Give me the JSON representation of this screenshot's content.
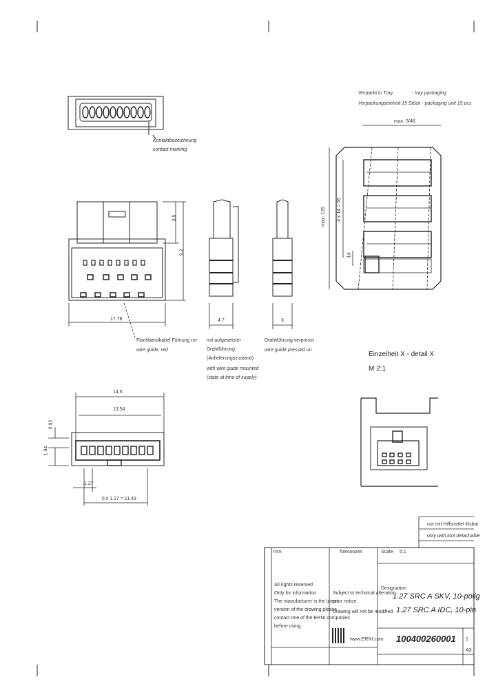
{
  "packaging": {
    "line1": "Verpackt in Tray",
    "line1_en": "- tray packaging",
    "line2": "Verpackungseinheit 15 Stück - packaging unit 15 pcs",
    "tray_width": "max. 3/46",
    "tray_height": "max. 126",
    "tray_pitch": "4 x 14 = 56",
    "tray_offset": "14"
  },
  "contact_marking": {
    "de": "Kontaktbezeichnung",
    "en": "contact marking"
  },
  "dims": {
    "height_top": "3.5",
    "height_total": "9.2",
    "width_front": "17.78",
    "side_width": "4.7",
    "side_width2": "3",
    "bottom_total": "14.5",
    "bottom_inner": "13.54",
    "offset_092": "0.92",
    "offset_194": "1.94",
    "pitch": "1.27",
    "pitch_total": "5 x 1.27 = 11.43"
  },
  "notes": {
    "flat_cable_de": "Flachbandkabel Führung rot",
    "flat_cable_en": "wire guide, red",
    "strain_de1": "mit aufgesetzter",
    "strain_de2": "Drahtführung",
    "strain_de3": "(Anlieferungszustand)",
    "strain_en1": "with wire guide mounted",
    "strain_en2": "(state at time of supply)",
    "pressed_de": "Drahtführung verpresst",
    "pressed_en": "wire guide pressed on"
  },
  "detail": {
    "title": "Einzelheit X - detail X",
    "scale": "M 2:1"
  },
  "tool": {
    "de": "nur mit Hilfsmittel lösbar",
    "en": "only with tool detachable"
  },
  "titleblock": {
    "tolerances": "Toleranzen",
    "scale_label": "Scale",
    "scale_value": "5:1",
    "material": "mm",
    "rights1": "All rights reserved",
    "rights2": "Only for information.",
    "rights3": "The manufacturer is the latest",
    "rights4": "version of the drawing please",
    "rights5": "contact one of the ERNI companies",
    "rights6": "before using.",
    "subject1": "Subject to technical alteration",
    "subject2": "prior notice.",
    "subject3": "Drawing will not be modified",
    "website": "www.ERNI.com",
    "designation_label": "Designation",
    "desig_de": "1.27 SRC A SKV, 10-polig",
    "desig_en": "1.27 SRC A IDC, 10-pin",
    "part_number": "100400260001",
    "sheet_size": "A3",
    "sheet": "1"
  }
}
